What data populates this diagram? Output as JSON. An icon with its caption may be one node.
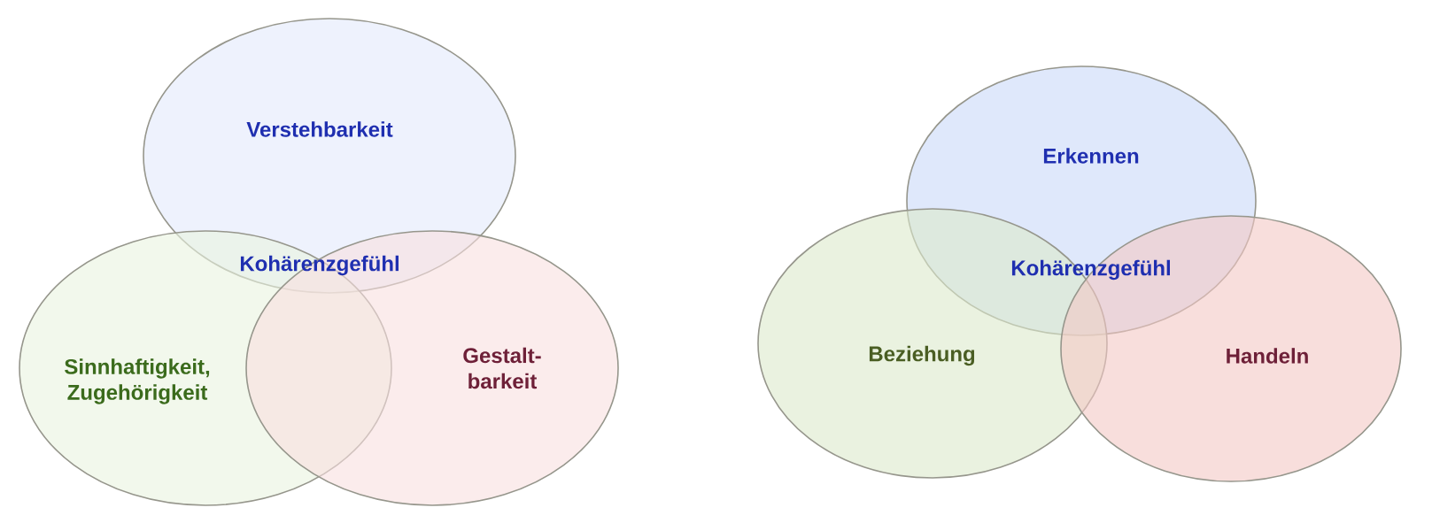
{
  "diagram": {
    "nodes": [
      {
        "text": [
          "Verstehbarkeit"
        ]
      },
      {
        "text": [
          "Sinnhaftigkeit, Zugehörigkeit"
        ]
      },
      {
        "text": [
          "Gestalt- barkeit"
        ]
      },
      {
        "text": [
          "Erkennen"
        ]
      },
      {
        "text": [
          "Beziehung"
        ]
      },
      {
        "text": [
          "Handeln"
        ]
      }
    ],
    "labels": [
      "Kohärenzgefühl",
      "Kohärenzgefühl"
    ]
  }
}
